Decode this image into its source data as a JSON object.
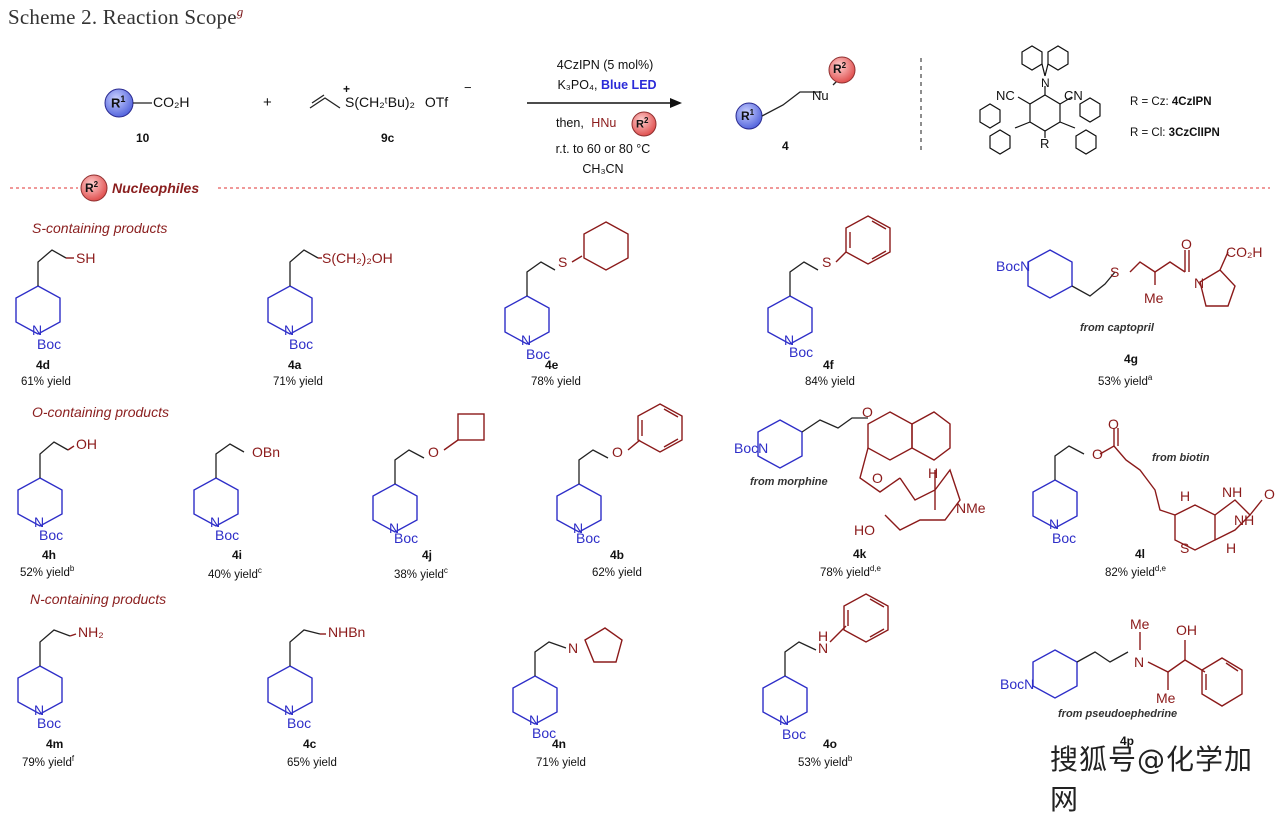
{
  "title": {
    "text": "Scheme 2. Reaction Scope",
    "sup": "g"
  },
  "scheme": {
    "r1": "R",
    "r1_sup": "1",
    "acid_suffix": "CO₂H",
    "acid_label": "10",
    "plus": "+",
    "sulfonium_text": "S(CH₂ᵗBu)₂",
    "sulfonium_counterion": "OTf",
    "sulfonium_label": "9c",
    "conditions": {
      "line1": "4CzIPN (5 mol%)",
      "line2_base": "K₃PO₄,",
      "line2_led": "Blue LED",
      "line3": "then,",
      "line3_nu": "HNu",
      "line4": "r.t. to 60 or 80 °C",
      "line5": "CH₃CN"
    },
    "r2": "R",
    "r2_sup": "2",
    "nu": "Nu",
    "product_label": "4",
    "catalyst": {
      "cn1": "NC",
      "cn2": "CN",
      "n": "N",
      "r": "R",
      "def1_pre": "R = Cz:",
      "def1_name": "4CzIPN",
      "def2_pre": "R = Cl:",
      "def2_name": "3CzClIPN"
    }
  },
  "nucleophiles_header": "Nucleophiles",
  "sections": {
    "s": "S-containing products",
    "o": "O-containing products",
    "n": "N-containing products"
  },
  "common": {
    "boc": "Boc",
    "n": "N"
  },
  "compounds": [
    {
      "label": "4d",
      "yield": "61% yield",
      "sup": "",
      "group": "SH"
    },
    {
      "label": "4a",
      "yield": "71% yield",
      "sup": "",
      "group": "S(CH₂)₂OH"
    },
    {
      "label": "4e",
      "yield": "78% yield",
      "sup": "",
      "group": "S"
    },
    {
      "label": "4f",
      "yield": "84% yield",
      "sup": "",
      "group": "S"
    },
    {
      "label": "4g",
      "yield": "53% yield",
      "sup": "a",
      "source": "from captopril"
    },
    {
      "label": "4h",
      "yield": "52% yield",
      "sup": "b",
      "group": "OH"
    },
    {
      "label": "4i",
      "yield": "40% yield",
      "sup": "c",
      "group": "OBn"
    },
    {
      "label": "4j",
      "yield": "38% yield",
      "sup": "c",
      "group": "O"
    },
    {
      "label": "4b",
      "yield": "62% yield",
      "sup": "",
      "group": "O"
    },
    {
      "label": "4k",
      "yield": "78% yield",
      "sup": "d,e",
      "source": "from morphine"
    },
    {
      "label": "4l",
      "yield": "82% yield",
      "sup": "d,e",
      "source": "from biotin"
    },
    {
      "label": "4m",
      "yield": "79% yield",
      "sup": "f",
      "group": "NH₂"
    },
    {
      "label": "4c",
      "yield": "65% yield",
      "sup": "",
      "group": "NHBn"
    },
    {
      "label": "4n",
      "yield": "71% yield",
      "sup": "",
      "group": "N"
    },
    {
      "label": "4o",
      "yield": "53% yield",
      "sup": "b",
      "group": "H N"
    },
    {
      "label": "4p",
      "yield": "",
      "sup": "",
      "source": "from pseudoephedrine"
    }
  ],
  "morphine": {
    "o1": "O",
    "o2": "O",
    "h": "H",
    "ho": "HO",
    "nme": "NMe"
  },
  "biotin": {
    "o1": "O",
    "o2": "O",
    "o3": "O",
    "h1": "H",
    "nh1": "NH",
    "nh2": "NH",
    "h2": "H",
    "s": "S"
  },
  "captopril": {
    "s": "S",
    "o": "O",
    "n": "N",
    "co2h": "CO₂H",
    "me": "Me"
  },
  "pseudo": {
    "me1": "Me",
    "oh": "OH",
    "me2": "Me",
    "n": "N"
  },
  "watermark": "搜狐号@化学加网",
  "colors": {
    "accent_red": "#8b1a1a",
    "accent_blue": "#2e2ec8",
    "r1_fill": "#6f7ee6",
    "r2_fill": "#f06c6c",
    "divider": "#e85c5c"
  }
}
